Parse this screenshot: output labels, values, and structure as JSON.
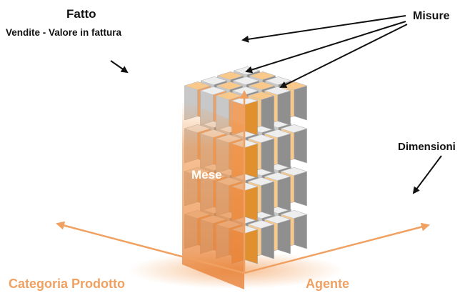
{
  "labels": {
    "fact_title": "Fatto",
    "fact_subtitle": "Vendite -  Valore in fattura",
    "measures": "Misure",
    "dimensions": "Dimensioni",
    "axis_month": "Mese",
    "axis_product_category": "Categoria Prodotto",
    "axis_agent": "Agente"
  },
  "colors": {
    "orange": "#f0a060",
    "orange_dark": "#e0902f",
    "orange_light": "#f8c98a",
    "gray_light": "#eeeeee",
    "gray_mid": "#c8c8c8",
    "gray_dark": "#8f8f8f",
    "text": "#111111"
  },
  "icons": {
    "pointer": "arrow-icon"
  }
}
